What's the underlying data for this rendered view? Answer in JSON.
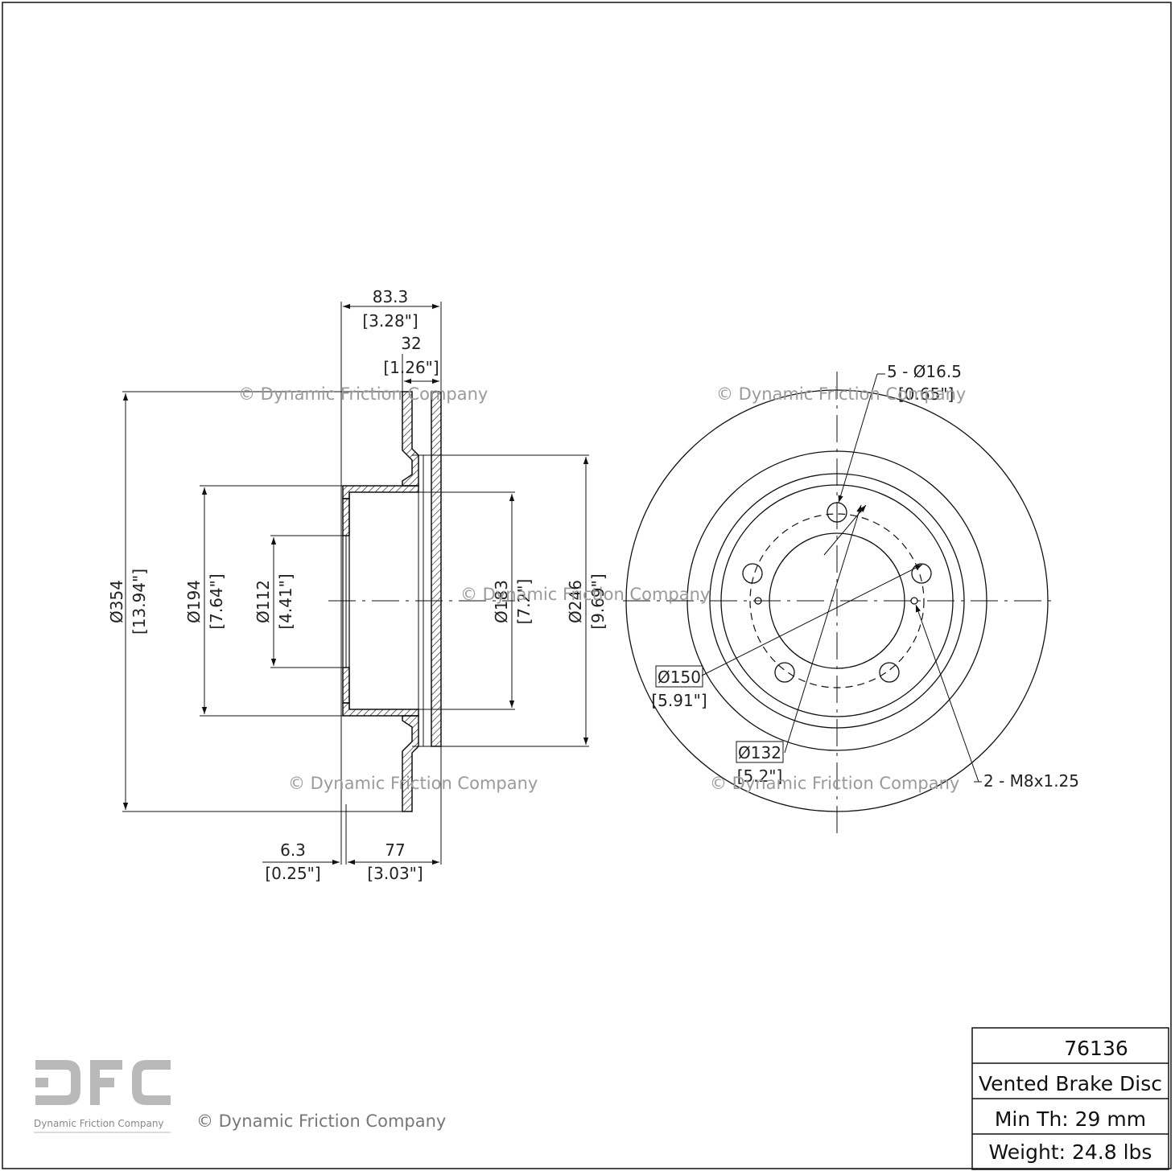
{
  "dimensions": {
    "overall_height_mm": "83.3",
    "overall_height_in": "[3.28\"]",
    "disc_thickness_mm": "32",
    "disc_thickness_in": "[1.26\"]",
    "outer_diameter_mm": "Ø354",
    "outer_diameter_in": "[13.94\"]",
    "hat_diameter_mm": "Ø194",
    "hat_diameter_in": "[7.64\"]",
    "center_bore_mm": "Ø112",
    "center_bore_in": "[4.41\"]",
    "inner_hat_mm": "Ø183",
    "inner_hat_in": "[7.2\"]",
    "inner_diameter_mm": "Ø246",
    "inner_diameter_in": "[9.69\"]",
    "hat_thickness_mm": "6.3",
    "hat_thickness_in": "[0.25\"]",
    "offset_mm": "77",
    "offset_in": "[3.03\"]"
  },
  "face_view": {
    "bolt_holes_label": "5 - Ø16.5",
    "bolt_holes_in": "[0.65\"]",
    "bolt_circle_mm": "Ø150",
    "bolt_circle_in": "[5.91\"]",
    "pcd_mm": "Ø132",
    "pcd_in": "[5.2\"]",
    "thread_label": "2 - M8x1.25"
  },
  "watermark": "© Dynamic Friction Company",
  "logo": {
    "mark": "DFC",
    "subtitle": "Dynamic Friction Company"
  },
  "title_block": {
    "part_number": "76136",
    "description": "Vented Brake Disc",
    "min_thickness": "Min Th: 29 mm",
    "weight": "Weight: 24.8 lbs"
  }
}
